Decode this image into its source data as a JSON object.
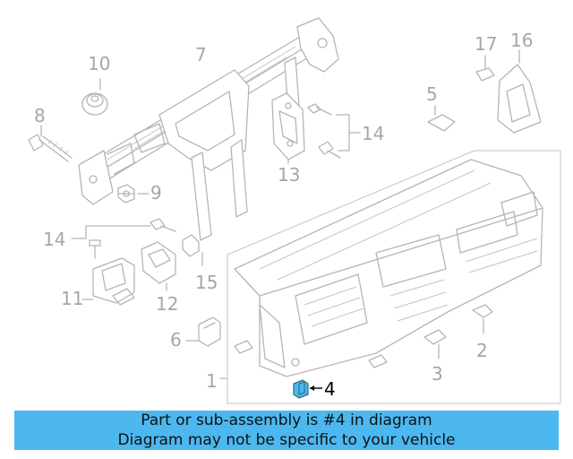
{
  "callouts": {
    "c1": "1",
    "c2": "2",
    "c3": "3",
    "c4": "4",
    "c5": "5",
    "c6": "6",
    "c7": "7",
    "c8": "8",
    "c9": "9",
    "c10": "10",
    "c11": "11",
    "c12": "12",
    "c13": "13",
    "c14a": "14",
    "c14b": "14",
    "c15": "15",
    "c16": "16",
    "c17": "17"
  },
  "banner": {
    "line1": "Part or sub-assembly is #4 in diagram",
    "line2": "Diagram may not be specific to your vehicle"
  },
  "colors": {
    "banner": "#4cb8ef",
    "highlight_part": "#4cb8ef",
    "linework": "#b5b5b5"
  }
}
